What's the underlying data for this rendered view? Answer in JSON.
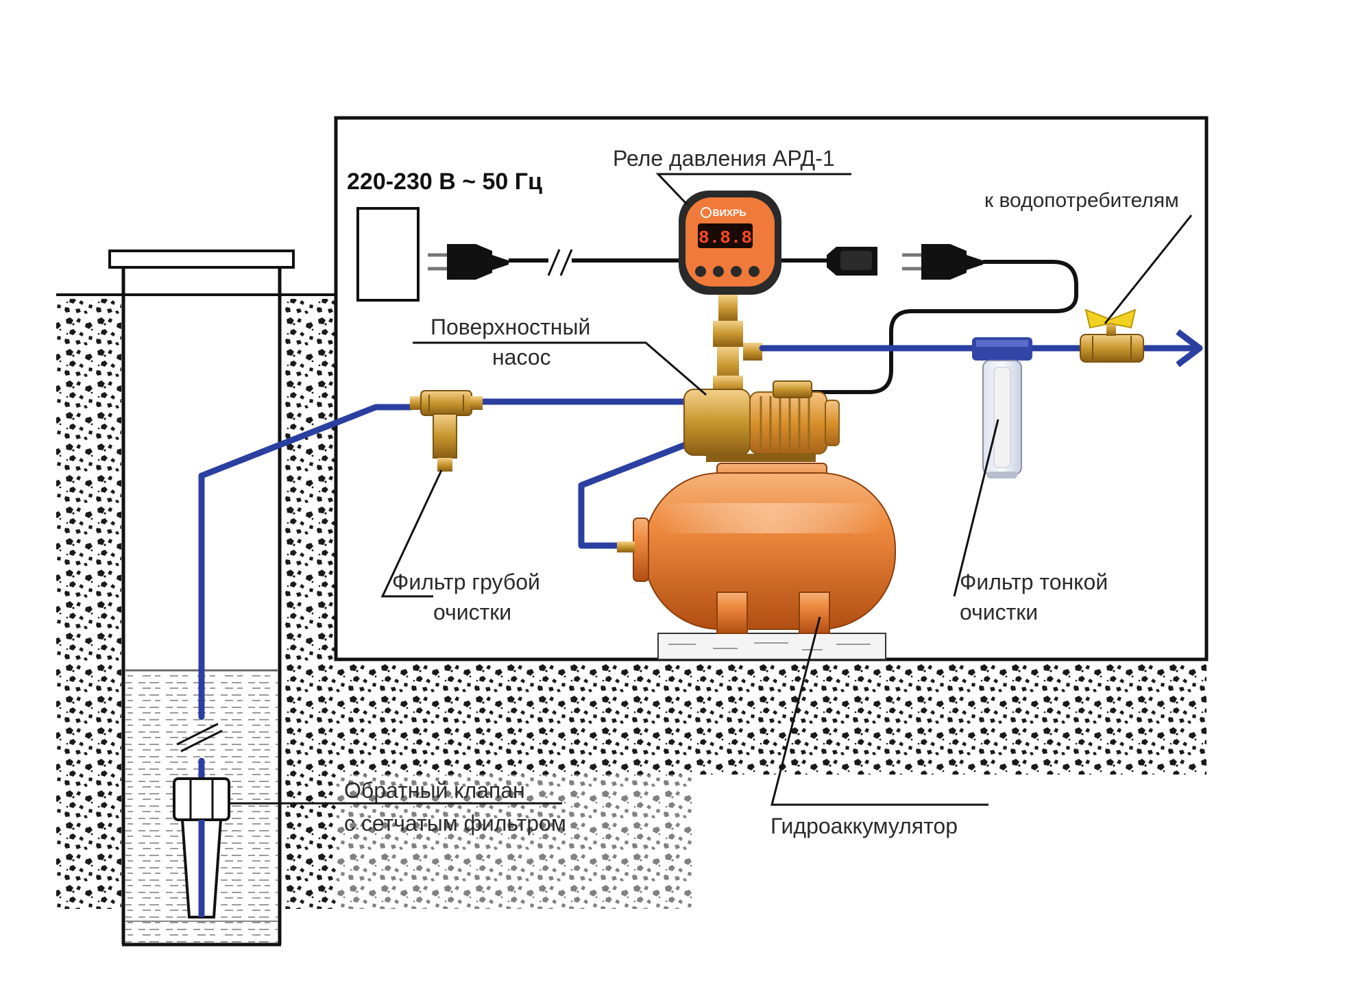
{
  "labels": {
    "power": "220-230 В ~ 50 Гц",
    "relay": "Реле давления АРД-1",
    "consumers": "к водопотребителям",
    "pump_line1": "Поверхностный",
    "pump_line2": "насос",
    "coarse_filter_line1": "Фильтр грубой",
    "coarse_filter_line2": "очистки",
    "fine_filter_line1": "Фильтр тонкой",
    "fine_filter_line2": "очистки",
    "check_valve_line1": "Обратный клапан",
    "check_valve_line2": "с сетчатым фильтром",
    "accumulator": "Гидроаккумулятор"
  },
  "relay_device": {
    "brand": "ВИХРЬ",
    "display": "8.8.8"
  },
  "colors": {
    "pipe": "#2b3fa0",
    "tank": "#e07a2e",
    "brass": "#c8962e",
    "soil": "#1a1a1a",
    "cable": "#111111",
    "relay_body": "#2a2a2a",
    "relay_panel": "#f07a3a"
  }
}
